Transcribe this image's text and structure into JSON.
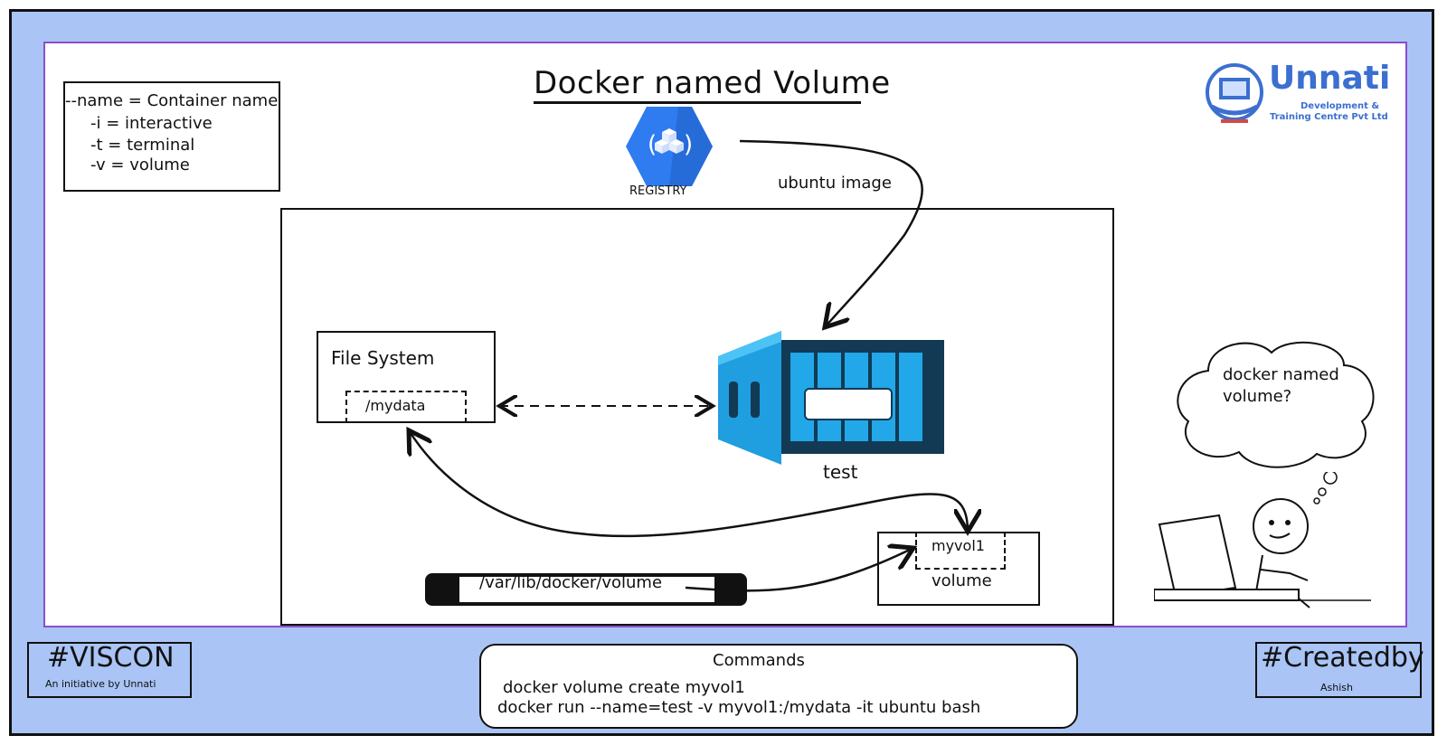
{
  "title": "Docker named Volume",
  "legend": [
    "--name = Container name",
    "-i    = interactive",
    "-t  = terminal",
    "-v  =  volume"
  ],
  "logo": {
    "name": "Unnati",
    "subtitle_line1": "Development &",
    "subtitle_line2": "Training Centre Pvt Ltd"
  },
  "registry": {
    "label": "REGISTRY",
    "icon": "cube-registry-icon"
  },
  "arrow_labels": {
    "image": "ubuntu image"
  },
  "file_system": {
    "label": "File System",
    "mount": "/mydata"
  },
  "container": {
    "name": "test",
    "icon": "shipping-container-icon"
  },
  "volume": {
    "name": "myvol1",
    "label": "volume"
  },
  "host_path": "/var/lib/docker/volume",
  "thought": {
    "line1": "docker named",
    "line2": "volume?"
  },
  "footer": {
    "viscon_tag": "#VISCON",
    "viscon_sub": "An initiative by Unnati",
    "commands_title": "Commands",
    "command1": "docker volume create myvol1",
    "command2": "docker run --name=test -v myvol1:/mydata -it ubuntu bash",
    "created_tag": "#Createdby",
    "created_sub": "Ashish"
  },
  "colors": {
    "frame_bg": "#a9c4f5",
    "canvas_border": "#8a4fc9",
    "registry_blue": "#2f7cf0",
    "container_blue": "#22a7e8",
    "container_dark": "#123a55",
    "logo_blue": "#3b6fd0"
  }
}
